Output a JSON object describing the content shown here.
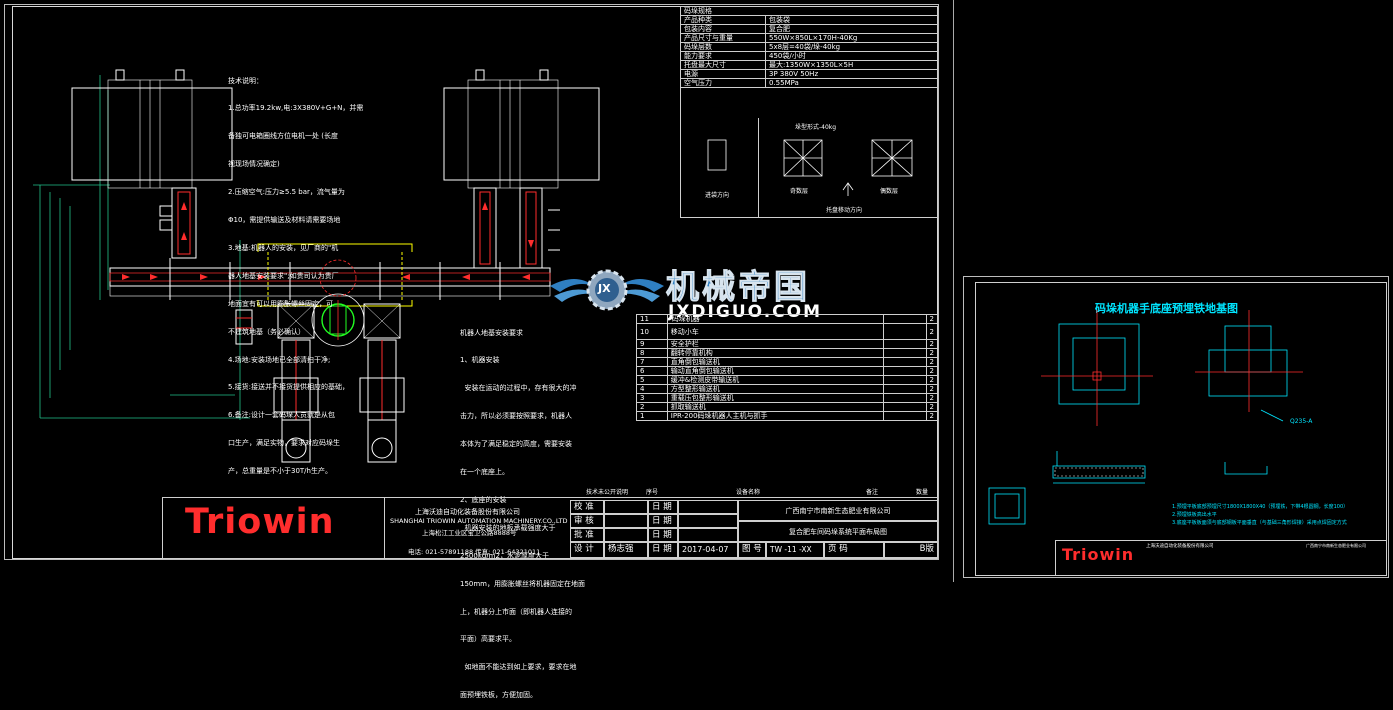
{
  "colors": {
    "background": "#000000",
    "line": "#ffffff",
    "accent_red": "#ff2d2d",
    "accent_yellow": "#ffff00",
    "accent_cyan": "#00e5ff",
    "accent_green": "#22ff22",
    "watermark_blue": "#2f7fc1"
  },
  "watermark": {
    "logo_letters": "JX",
    "title": "机械帝国",
    "url": "JXDIGUO.COM"
  },
  "main_sheet": {
    "notes_top": {
      "title": "技术说明：",
      "lines": [
        "1.总功率19.2kw,电:3X380V+G+N，并需",
        "备独可电箱圈线方位电机一处 (长度",
        "视现场情况确定)",
        "2.压缩空气:压力≥5.5 bar，流气量为",
        "Φ10，需提供输送及材料请需要场地",
        "3.地基:机器人的安装，见厂商的\"机",
        "器人地基安装要求\";如贵司认为贵厂",
        "地面宜有可以用膨胀螺丝固定，可",
        "不建筑地基（务必确认）",
        "4.场地:安装场地已全部清扫干净;",
        "5.接货:接送并不接货提供相应的基础，",
        "6.备注:设计一套码垛人员就是从包",
        "口生产，满足实物，要求对应码垛生",
        "产，总重量是不小于30T/h生产。"
      ]
    },
    "notes_mid": {
      "title": "机器人地基安装要求",
      "lines": [
        "1、机器安装",
        "  安装在运动的过程中，存有很大的冲",
        "击力，所以必须要按照要求，机器人",
        "本体为了满足稳定的高度，需要安装",
        "在一个底座上。",
        "2、底座的安装",
        "  机器安装的地板承载强度大于",
        "2500kg/m2，水泥厚度大于",
        "150mm，用膨胀螺丝将机器固定在地面",
        "上，机器分上市面（即机器人连接的",
        "平面）高要求平。",
        "  如地面不能达到如上要求，要求在地",
        "面预埋铁板，方便加固。"
      ]
    },
    "spec_table": {
      "title": "码垛规格",
      "rows": [
        [
          "产品种类",
          "包装袋"
        ],
        [
          "包装内容",
          "复合肥"
        ],
        [
          "产品尺寸与重量",
          "550W×850L×170H-40Kg"
        ],
        [
          "码垛层数",
          "5x8层=40袋/垛-40kg"
        ],
        [
          "能力要求",
          "450袋/小时"
        ],
        [
          "托盘最大尺寸",
          "最大:1350W×1350L×5H"
        ],
        [
          "电源",
          "3P 380V 50Hz"
        ],
        [
          "空气压力",
          "0.55MPa"
        ]
      ],
      "sub_title": "垛型形式-40kg",
      "label_in": "进袋方向",
      "label_odd": "奇数层",
      "label_even": "偶数层",
      "label_flow": "托盘移动方向"
    },
    "bom": {
      "rows": [
        [
          "11",
          "码垛机器",
          "2"
        ],
        [
          "10",
          "移动小车",
          "2"
        ],
        [
          "9",
          "安全护栏",
          "2"
        ],
        [
          "8",
          "翻转停靠机构",
          "2"
        ],
        [
          "7",
          "直角倒包输送机",
          "2"
        ],
        [
          "6",
          "输动直角倒包输送机",
          "2"
        ],
        [
          "5",
          "缓冲&检测皮带输送机",
          "2"
        ],
        [
          "4",
          "方型整形输送机",
          "2"
        ],
        [
          "3",
          "重载压包整形输送机",
          "2"
        ],
        [
          "2",
          "抓取输送机",
          "2"
        ],
        [
          "1",
          "IPR-200码垛机器人主机与抓手",
          "2"
        ]
      ],
      "header": [
        "序号",
        "技术未公开说明",
        "设备名称",
        "备注",
        "数量"
      ]
    },
    "title_block": {
      "logo": "Triowin",
      "company_cn": "上海沃迪自动化装备股份有限公司",
      "company_en": "SHANGHAI TRIOWIN AUTOMATION MACHINERY.CO.,LTD",
      "address": "上海松江工业区宝卫公路8888号",
      "phone": "电话: 021-57891188 传真: 021-64321011",
      "labels": {
        "check": "校 准",
        "verify": "审 核",
        "approve": "批 准",
        "design": "设 计",
        "date": "日 期",
        "drawing_no": "图 号"
      },
      "designer": "杨志强",
      "design_date": "2017-04-07",
      "drawing_no": "TW -11 -XX",
      "page": "页 码",
      "version": "B版",
      "customer": "广西南宁市南新生态肥业有限公司",
      "project": "复合肥车间码垛系统平面布局图"
    }
  },
  "small_sheet": {
    "title": "码垛机器手底座预埋铁地基图",
    "part_label": "Q235-A",
    "notes": [
      "1.预埋平板底部预埋尺寸1800X1800X40（预埋铁，下带4根圆钢，长度100）",
      "2.预埋铁板高出水平",
      "3.底座平板板面须与底部钢板平面垂直（与基础三角形焊接）采用点焊固定方式"
    ],
    "logo": "Triowin",
    "company_cn": "上海沃迪自动化装备股份有限公司",
    "customer": "广西南宁市南新生态肥业有限公司"
  }
}
